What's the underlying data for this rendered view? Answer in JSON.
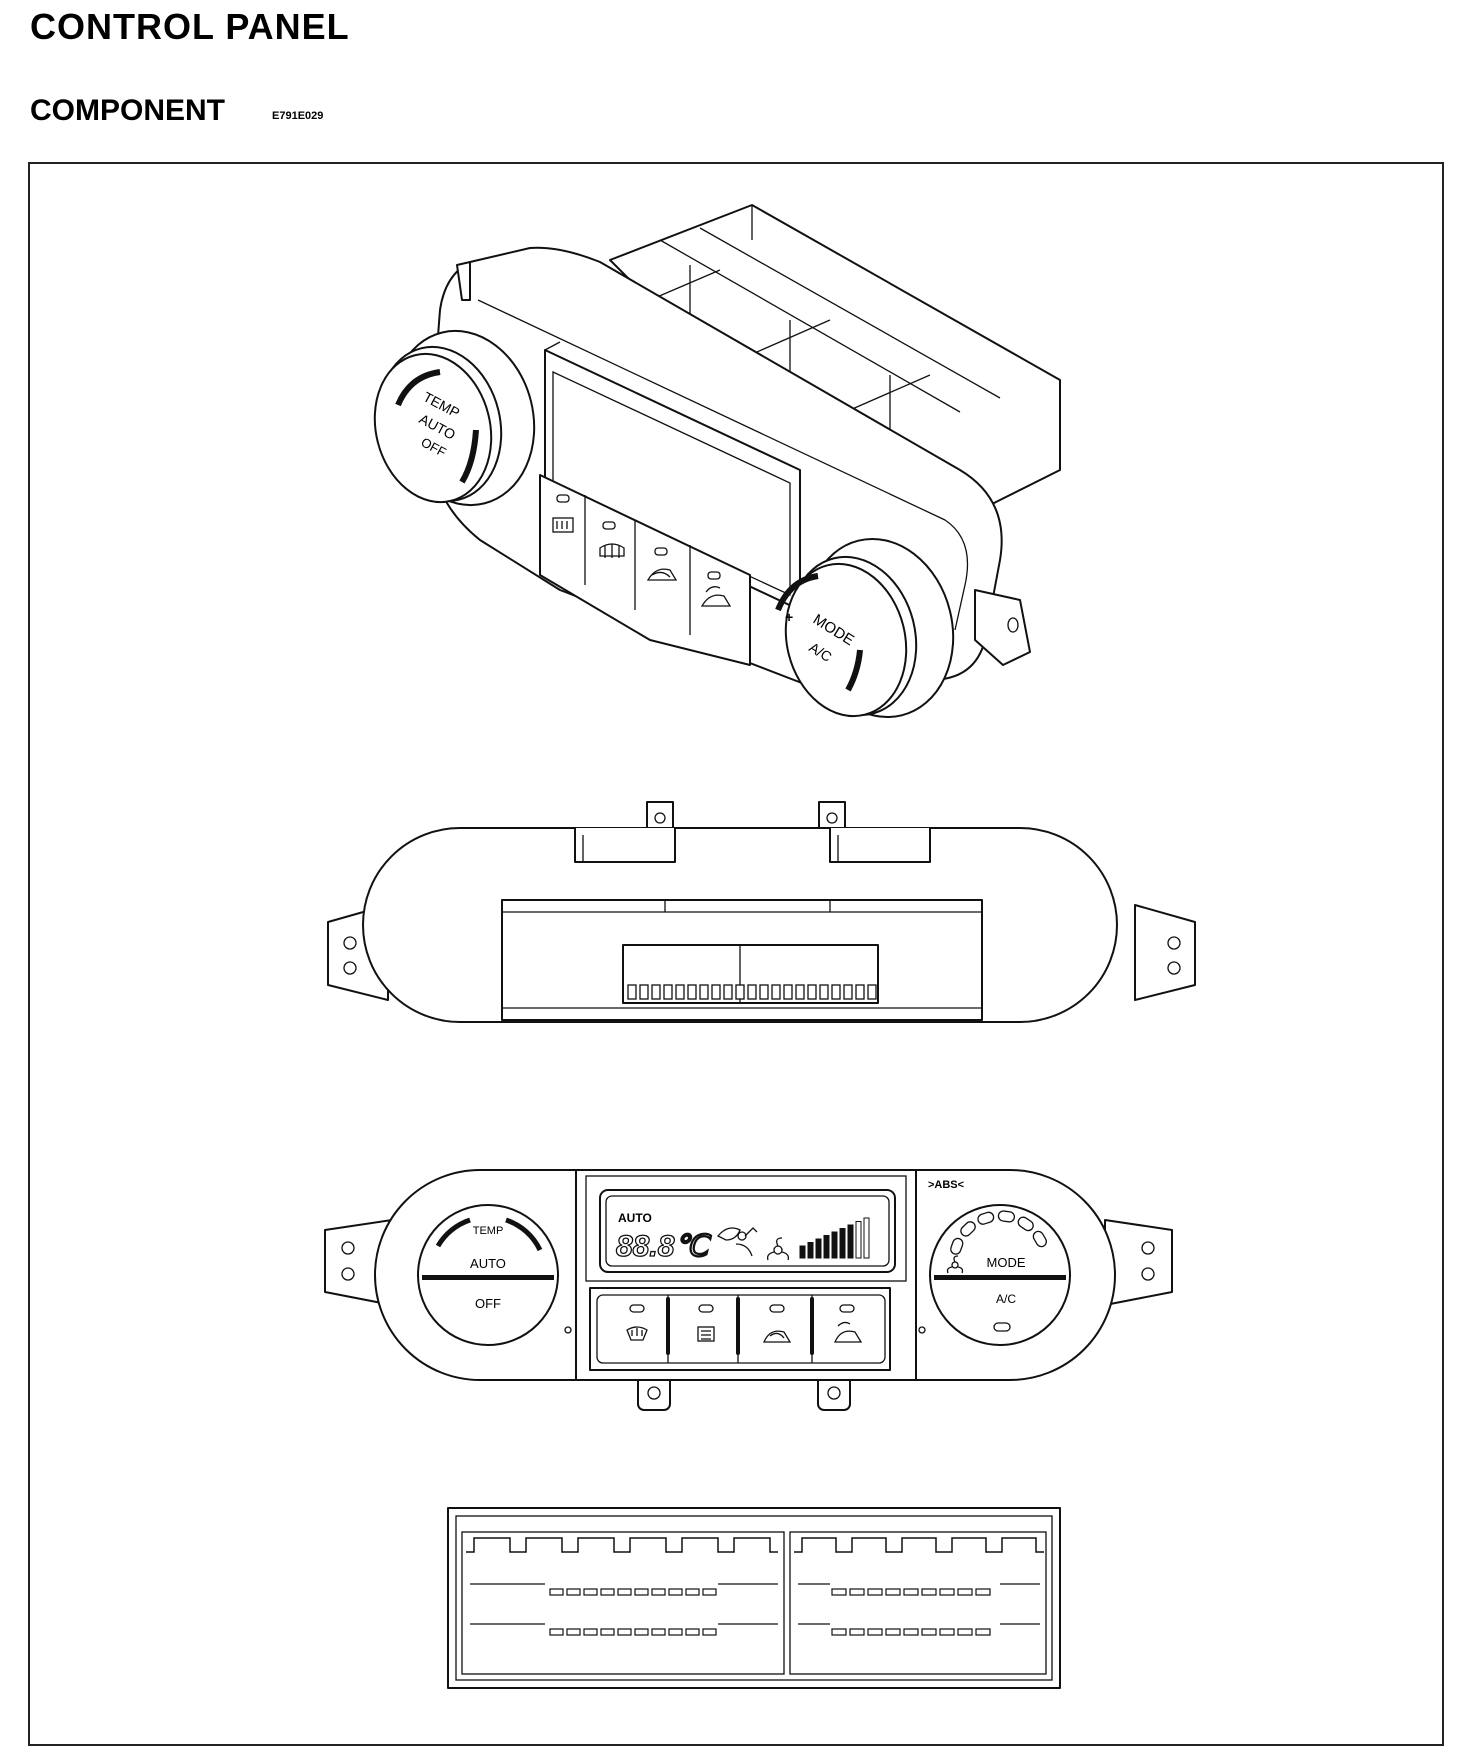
{
  "header": {
    "title": "CONTROL PANEL",
    "subtitle": "COMPONENT",
    "code": "E791E029"
  },
  "views": {
    "iso": {
      "temp": "TEMP",
      "auto": "AUTO",
      "off": "OFF",
      "mode": "MODE",
      "ac": "A/C"
    },
    "front": {
      "temp": "TEMP",
      "auto": "AUTO",
      "off": "OFF",
      "mode": "MODE",
      "ac": "A/C",
      "lcd_auto": "AUTO",
      "lcd_temp": "88.8℃",
      "abs": ">ABS<"
    }
  },
  "icons": [
    "rear-defrost-icon",
    "front-defrost-icon",
    "recirculation-icon",
    "fresh-air-icon",
    "fan-icon"
  ]
}
